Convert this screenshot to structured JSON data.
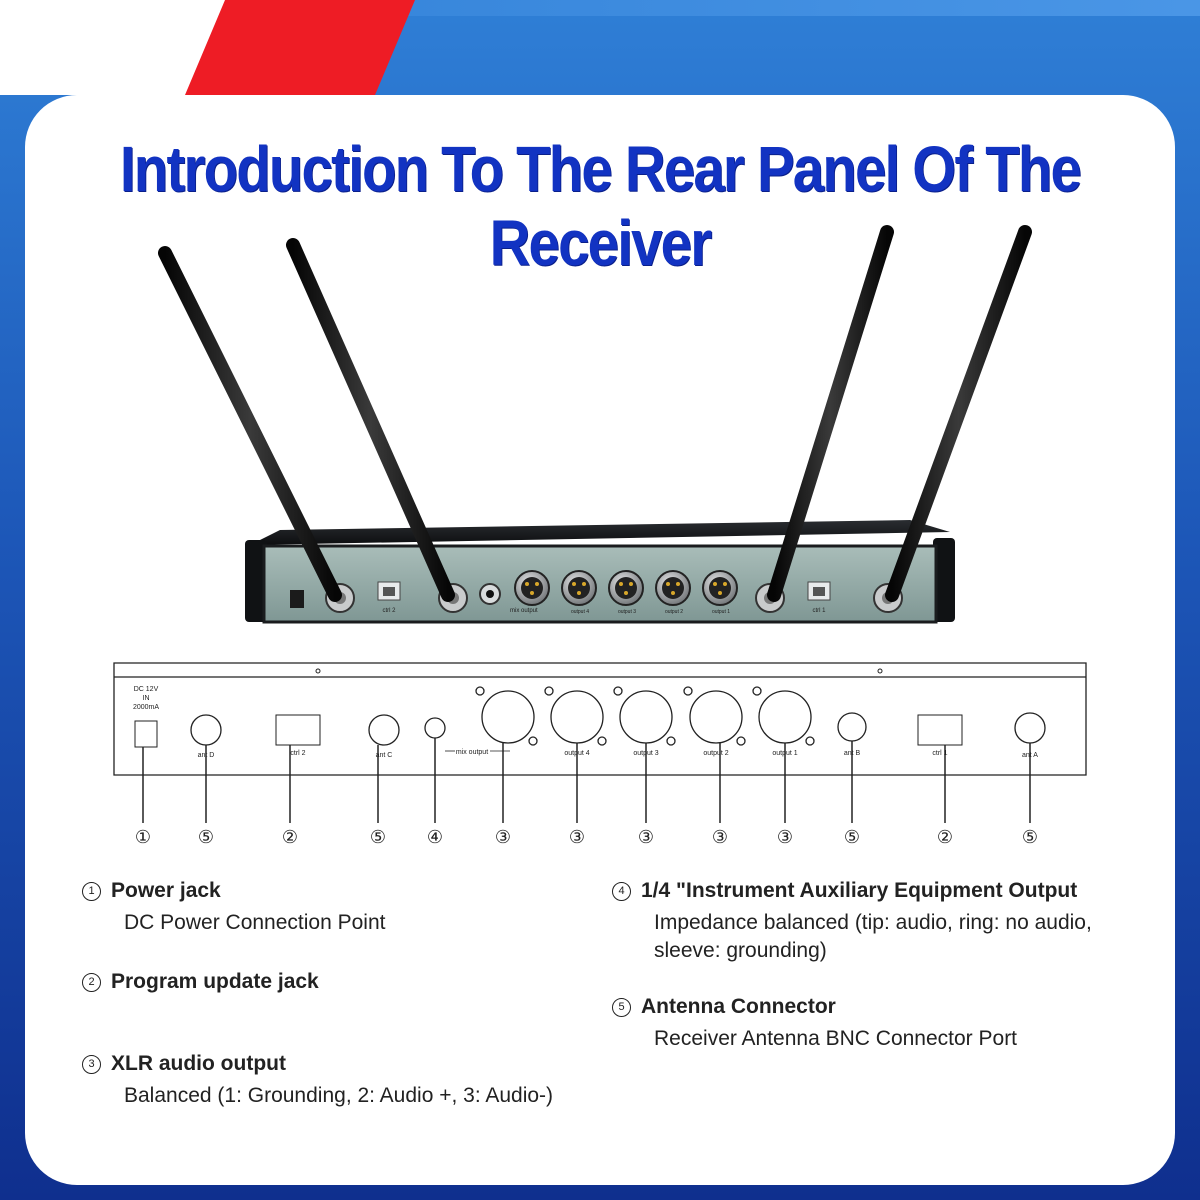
{
  "title": "Introduction To The Rear Panel Of The Receiver",
  "colors": {
    "accent_blue": "#1233c2",
    "background_blue": "#1d57b8",
    "accent_red": "#ee1c25",
    "panel_gray": "#8fa8a5"
  },
  "photo": {
    "labels": [
      "ctrl 2",
      "mix output",
      "output 4",
      "output 3",
      "output 2",
      "output 1",
      "ctrl 1"
    ]
  },
  "diagram": {
    "dc_label": [
      "DC 12V",
      "IN",
      "2000mA"
    ],
    "ports": [
      "ant D",
      "ctrl 2",
      "ant C",
      "mix output",
      "output 4",
      "output 3",
      "output 2",
      "output 1",
      "ant B",
      "ctrl 1",
      "ant A"
    ],
    "callouts": [
      "①",
      "⑤",
      "②",
      "⑤",
      "④",
      "③",
      "③",
      "③",
      "③",
      "③",
      "⑤",
      "②",
      "⑤"
    ]
  },
  "legend": [
    {
      "num": "1",
      "title": "Power jack",
      "desc": "DC Power Connection Point"
    },
    {
      "num": "2",
      "title": "Program update jack",
      "desc": ""
    },
    {
      "num": "3",
      "title": "XLR audio output",
      "desc": "Balanced (1: Grounding, 2: Audio +, 3: Audio-)"
    },
    {
      "num": "4",
      "title": "1/4 \"Instrument Auxiliary Equipment Output",
      "desc": "Impedance balanced (tip: audio, ring: no audio, sleeve: grounding)"
    },
    {
      "num": "5",
      "title": "Antenna Connector",
      "desc": "Receiver Antenna BNC Connector Port"
    }
  ]
}
